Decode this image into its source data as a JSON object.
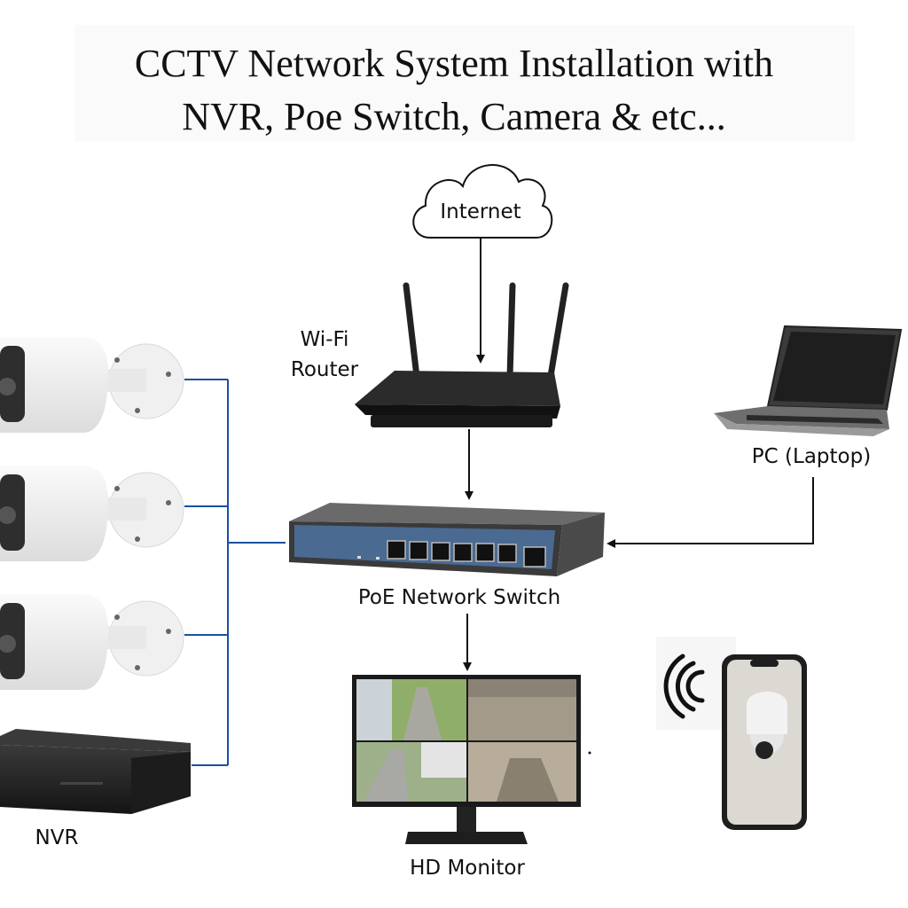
{
  "title": {
    "line1": "CCTV Network System Installation with",
    "line2": "NVR, Poe Switch, Camera & etc..."
  },
  "nodes": {
    "internet": {
      "label": "Internet"
    },
    "router": {
      "label_line1": "Wi-Fi",
      "label_line2": "Router"
    },
    "switch": {
      "label": "PoE Network Switch",
      "ports": 7
    },
    "laptop": {
      "label": "PC (Laptop)"
    },
    "monitor": {
      "label": "HD Monitor",
      "feeds": 4
    },
    "nvr": {
      "label": "NVR"
    },
    "cameras": {
      "count": 3
    },
    "phone": {
      "label": ""
    }
  },
  "connections": [
    {
      "from": "internet",
      "to": "router",
      "type": "arrow"
    },
    {
      "from": "router",
      "to": "switch",
      "type": "arrow"
    },
    {
      "from": "laptop",
      "to": "switch",
      "type": "arrow"
    },
    {
      "from": "switch",
      "to": "monitor",
      "type": "arrow"
    },
    {
      "from": "cameras",
      "to": "switch",
      "type": "cable"
    },
    {
      "from": "nvr",
      "to": "switch",
      "type": "cable"
    }
  ],
  "colors": {
    "cable": "#1a4fa0",
    "arrow": "#111111",
    "switch_face": "#4a6a92"
  }
}
